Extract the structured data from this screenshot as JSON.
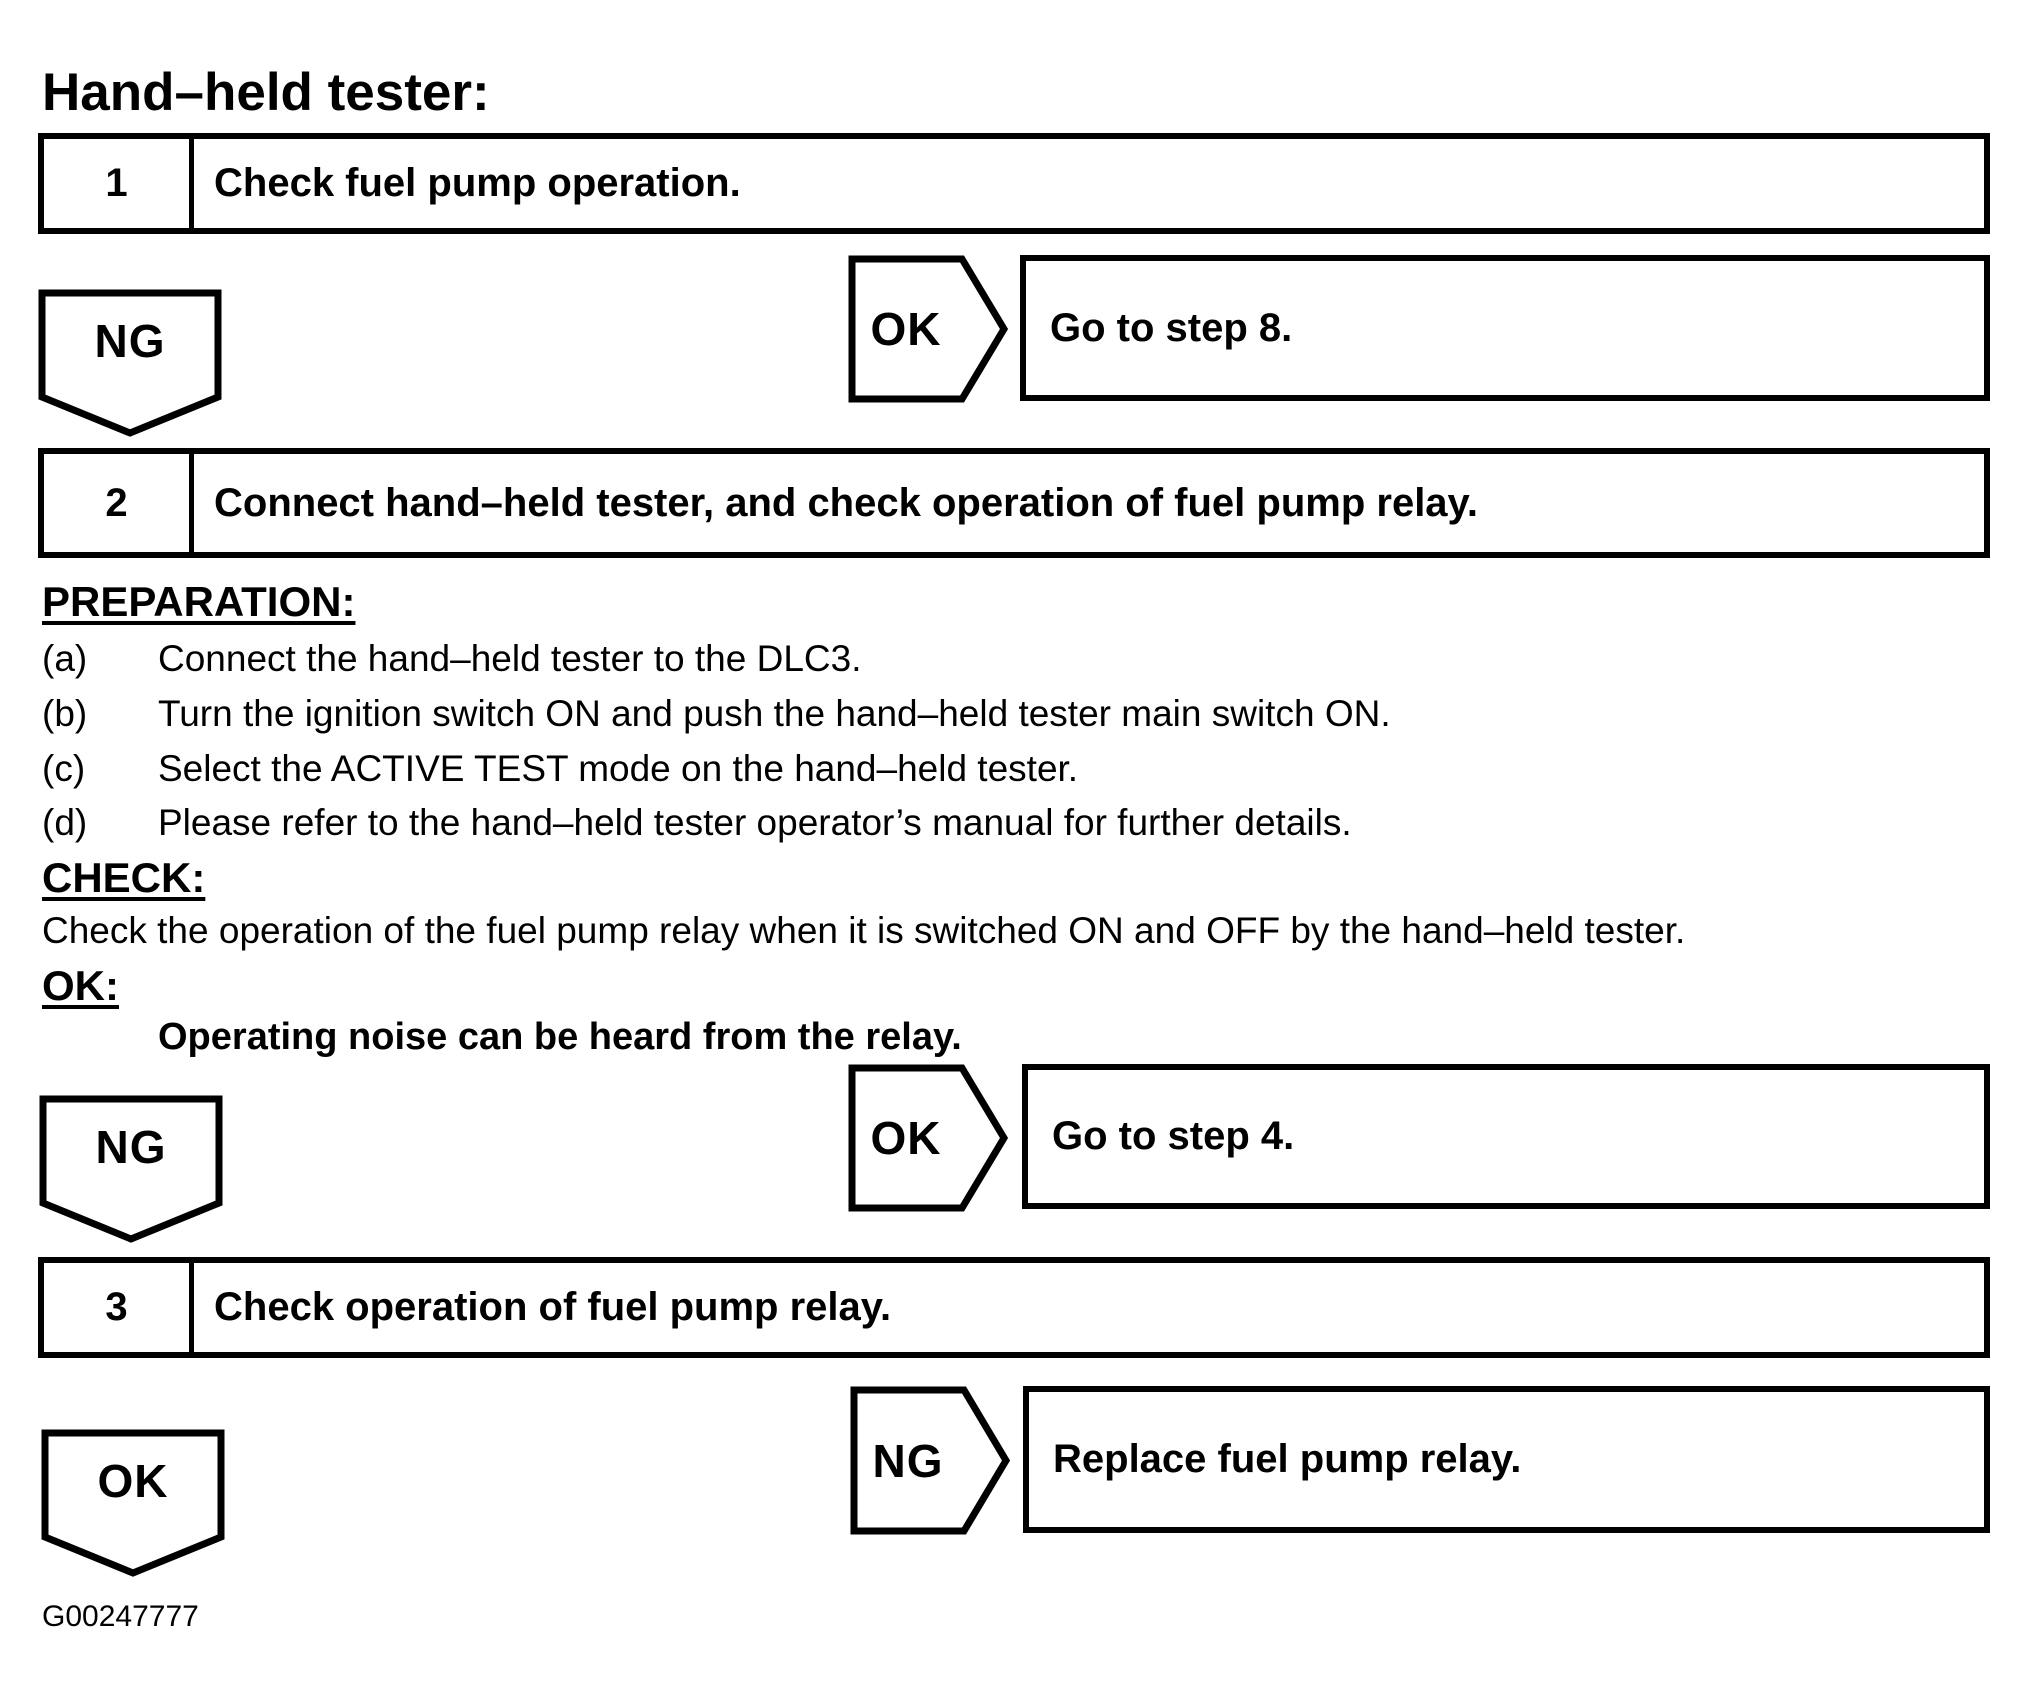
{
  "title": "Hand–held tester:",
  "steps": {
    "s1": {
      "num": "1",
      "label": "Check fuel pump operation."
    },
    "s2": {
      "num": "2",
      "label": "Connect hand–held tester, and check operation of fuel pump relay."
    },
    "s3": {
      "num": "3",
      "label": "Check operation of fuel pump relay."
    }
  },
  "branches": {
    "b1": {
      "ng": "NG",
      "ok": "OK",
      "ok_action": "Go to step 8."
    },
    "b2": {
      "ng": "NG",
      "ok": "OK",
      "ok_action": "Go to step 4."
    },
    "b3": {
      "ok": "OK",
      "ng": "NG",
      "ng_action": "Replace fuel pump relay."
    }
  },
  "procedure": {
    "preparation_heading": "PREPARATION:",
    "preparation_items": [
      {
        "marker": "(a)",
        "text": "Connect the hand–held tester to the DLC3."
      },
      {
        "marker": "(b)",
        "text": "Turn the ignition switch ON and push the hand–held tester main switch ON."
      },
      {
        "marker": "(c)",
        "text": "Select the ACTIVE TEST mode on the hand–held tester."
      },
      {
        "marker": "(d)",
        "text": "Please refer to the hand–held tester operator’s manual for further details."
      }
    ],
    "check_heading": "CHECK:",
    "check_text": "Check the operation of the fuel pump relay when it is switched ON and OFF by the hand–held tester.",
    "ok_heading": "OK:",
    "ok_text": "Operating noise can be heard from the relay."
  },
  "figure_id": "G00247777",
  "colors": {
    "ink": "#000000",
    "paper": "#ffffff"
  }
}
